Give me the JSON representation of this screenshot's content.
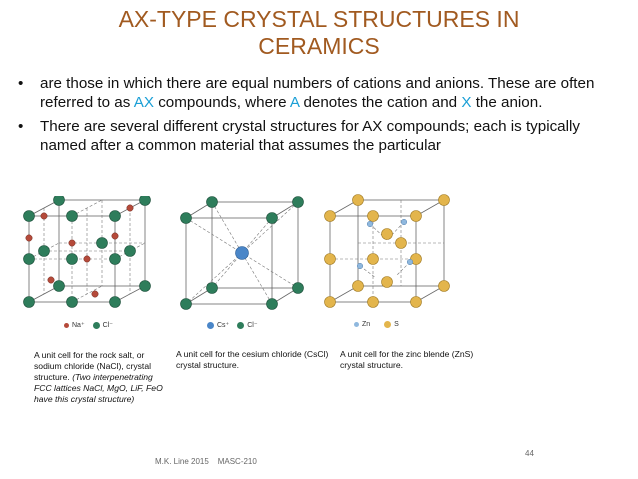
{
  "title_line1": "AX-TYPE CRYSTAL STRUCTURES IN",
  "title_line2": "CERAMICS",
  "bullet_glyph": "•",
  "bullet1": {
    "part1": "are those in which there are equal numbers of cations and anions. These are often referred to as ",
    "ax": "AX",
    "part2": " compounds, where ",
    "a": "A",
    "part3": " denotes the cation and ",
    "x": "X",
    "part4": " the anion."
  },
  "bullet2": "There are several different crystal structures for AX compounds; each is typically named after a common material that assumes the particular",
  "figures": [
    {
      "legend": [
        "Na⁺",
        "Cl⁻"
      ],
      "caption_normal": "A unit cell for the rock salt, or sodium chloride (NaCl), crystal structure. ",
      "caption_italic": "(Two interpenetrating FCC lattices NaCl, MgO, LiF, FeO have this crystal structure)"
    },
    {
      "legend": [
        "Cs⁺",
        "Cl⁻"
      ],
      "caption_normal": "A unit cell for the cesium chloride (CsCl) crystal structure.",
      "caption_italic": ""
    },
    {
      "legend": [
        "Zn",
        "S"
      ],
      "caption_normal": "A unit cell for the zinc blende (ZnS) crystal structure.",
      "caption_italic": ""
    }
  ],
  "colors": {
    "title": "#a15a20",
    "accent": "#1a9fd6",
    "green_atom": "#2e7d5b",
    "red_atom": "#b54a3a",
    "blue_atom": "#4a86c8",
    "gold_atom": "#e3b54c",
    "light_blue_atom": "#8fb8de"
  },
  "footer": "M.K. Line 2015    MASC-210",
  "page_number": "44"
}
